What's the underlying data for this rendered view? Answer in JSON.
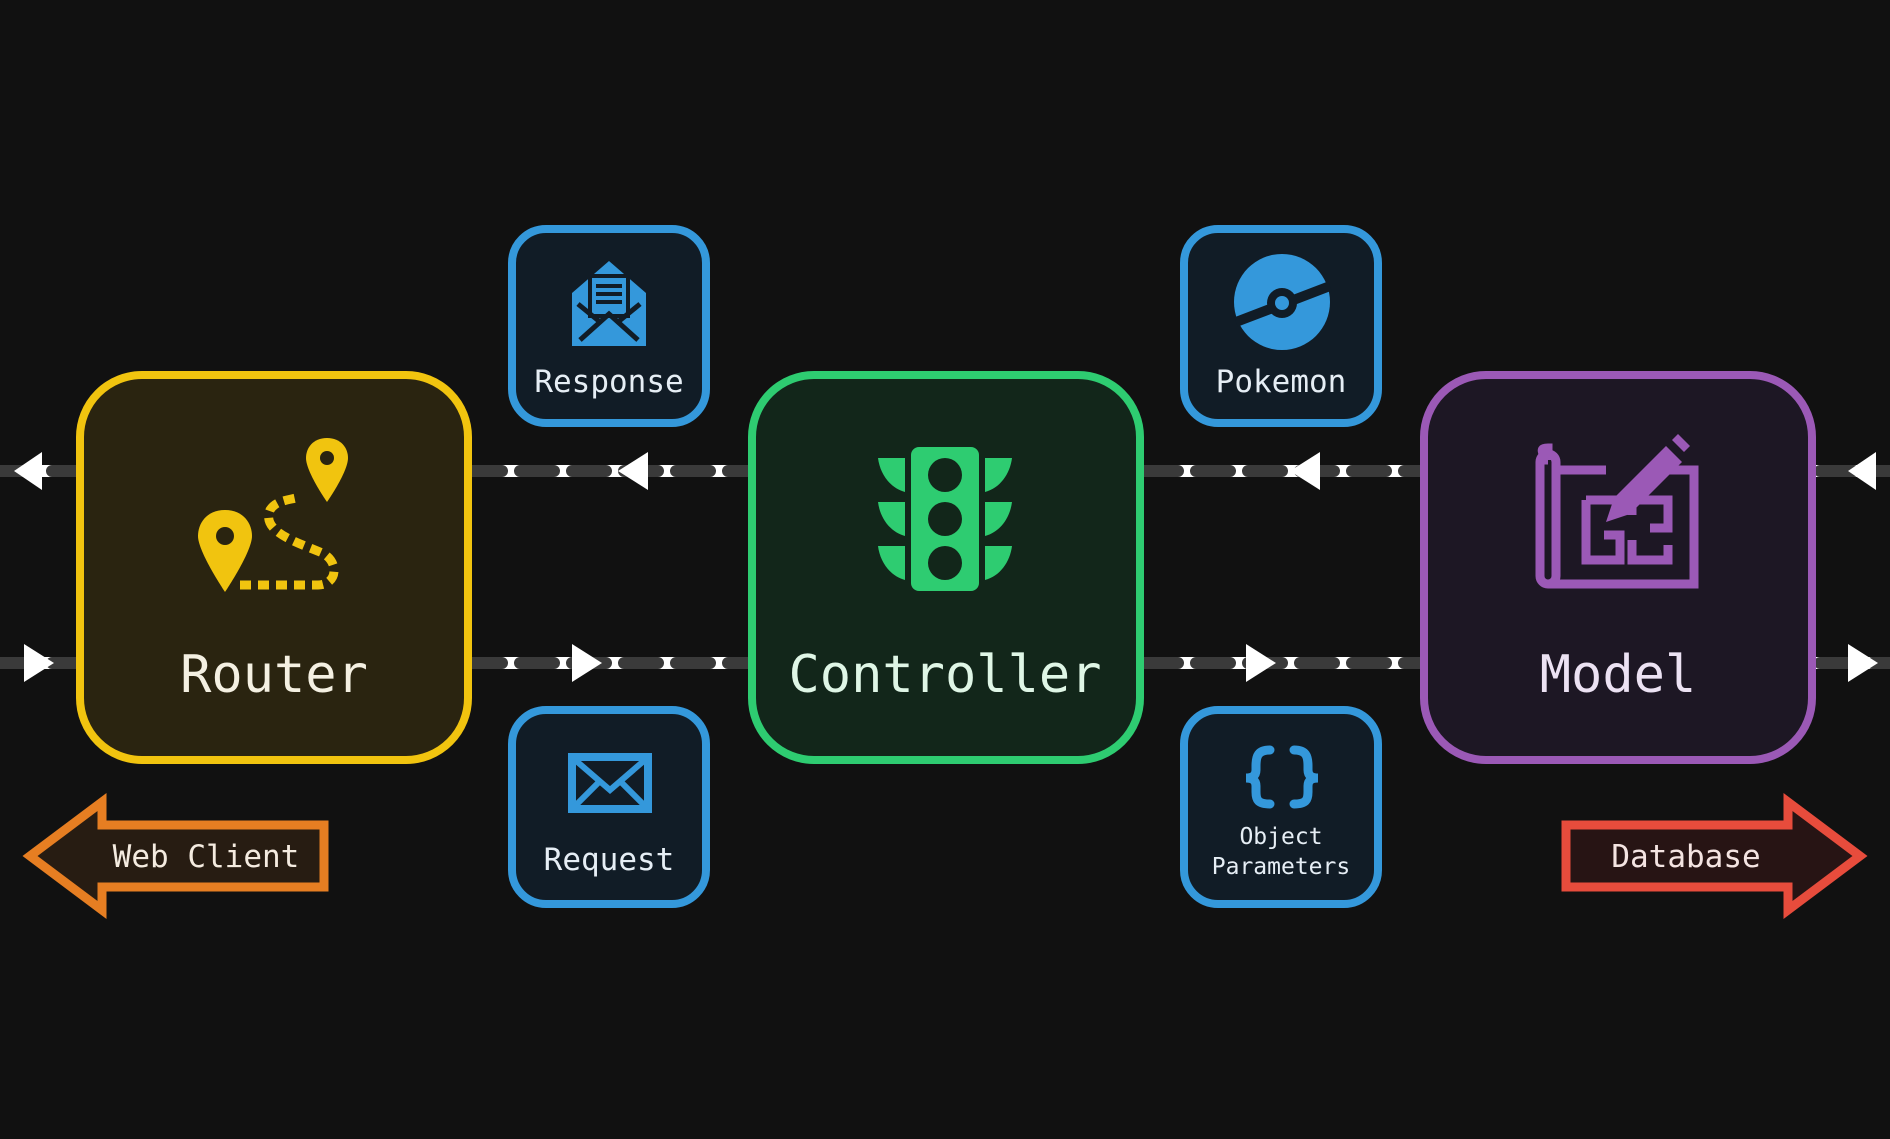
{
  "colors": {
    "background": "#111111",
    "flow_line": "#ffffff",
    "dash": "#3a3a3a",
    "router": "#f1c40f",
    "router_fill": "#2a2410",
    "controller": "#2ecc71",
    "controller_fill": "#12261a",
    "model": "#9b59b6",
    "model_fill": "#1d1724",
    "message": "#3498db",
    "message_fill": "#111c26",
    "web_client": "#e67e22",
    "web_client_fill": "#271c12",
    "database": "#e74c3c",
    "database_fill": "#271414",
    "label_light": "#f4f0e2"
  },
  "nodes": {
    "router": {
      "label": "Router",
      "icon": "map-route-icon"
    },
    "controller": {
      "label": "Controller",
      "icon": "traffic-light-icon"
    },
    "model": {
      "label": "Model",
      "icon": "blueprint-icon"
    }
  },
  "messages": {
    "response": {
      "label": "Response",
      "icon": "open-envelope-icon"
    },
    "request": {
      "label": "Request",
      "icon": "envelope-icon"
    },
    "pokemon": {
      "label": "Pokemon",
      "icon": "pokeball-icon"
    },
    "object_parameters": {
      "line1": "Object",
      "line2": "Parameters",
      "icon": "curly-braces-icon"
    }
  },
  "endpoints": {
    "web_client": {
      "label": "Web Client",
      "direction": "left"
    },
    "database": {
      "label": "Database",
      "direction": "right"
    }
  }
}
